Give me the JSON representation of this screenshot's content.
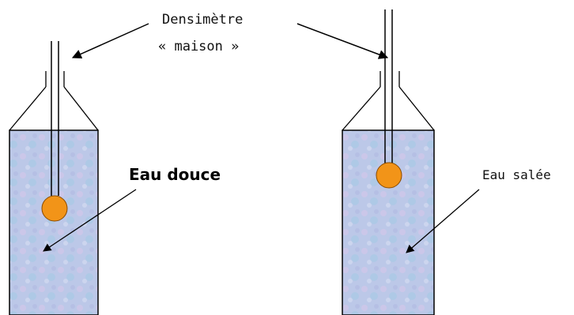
{
  "labels": {
    "densimetre_line1": "Densimètre",
    "densimetre_line2": "« maison »",
    "fresh_water": "Eau douce",
    "salt_water": "Eau salée"
  },
  "colors": {
    "water_fill": "#b8c4e6",
    "bulb": "#f29418",
    "outline": "#000000"
  }
}
